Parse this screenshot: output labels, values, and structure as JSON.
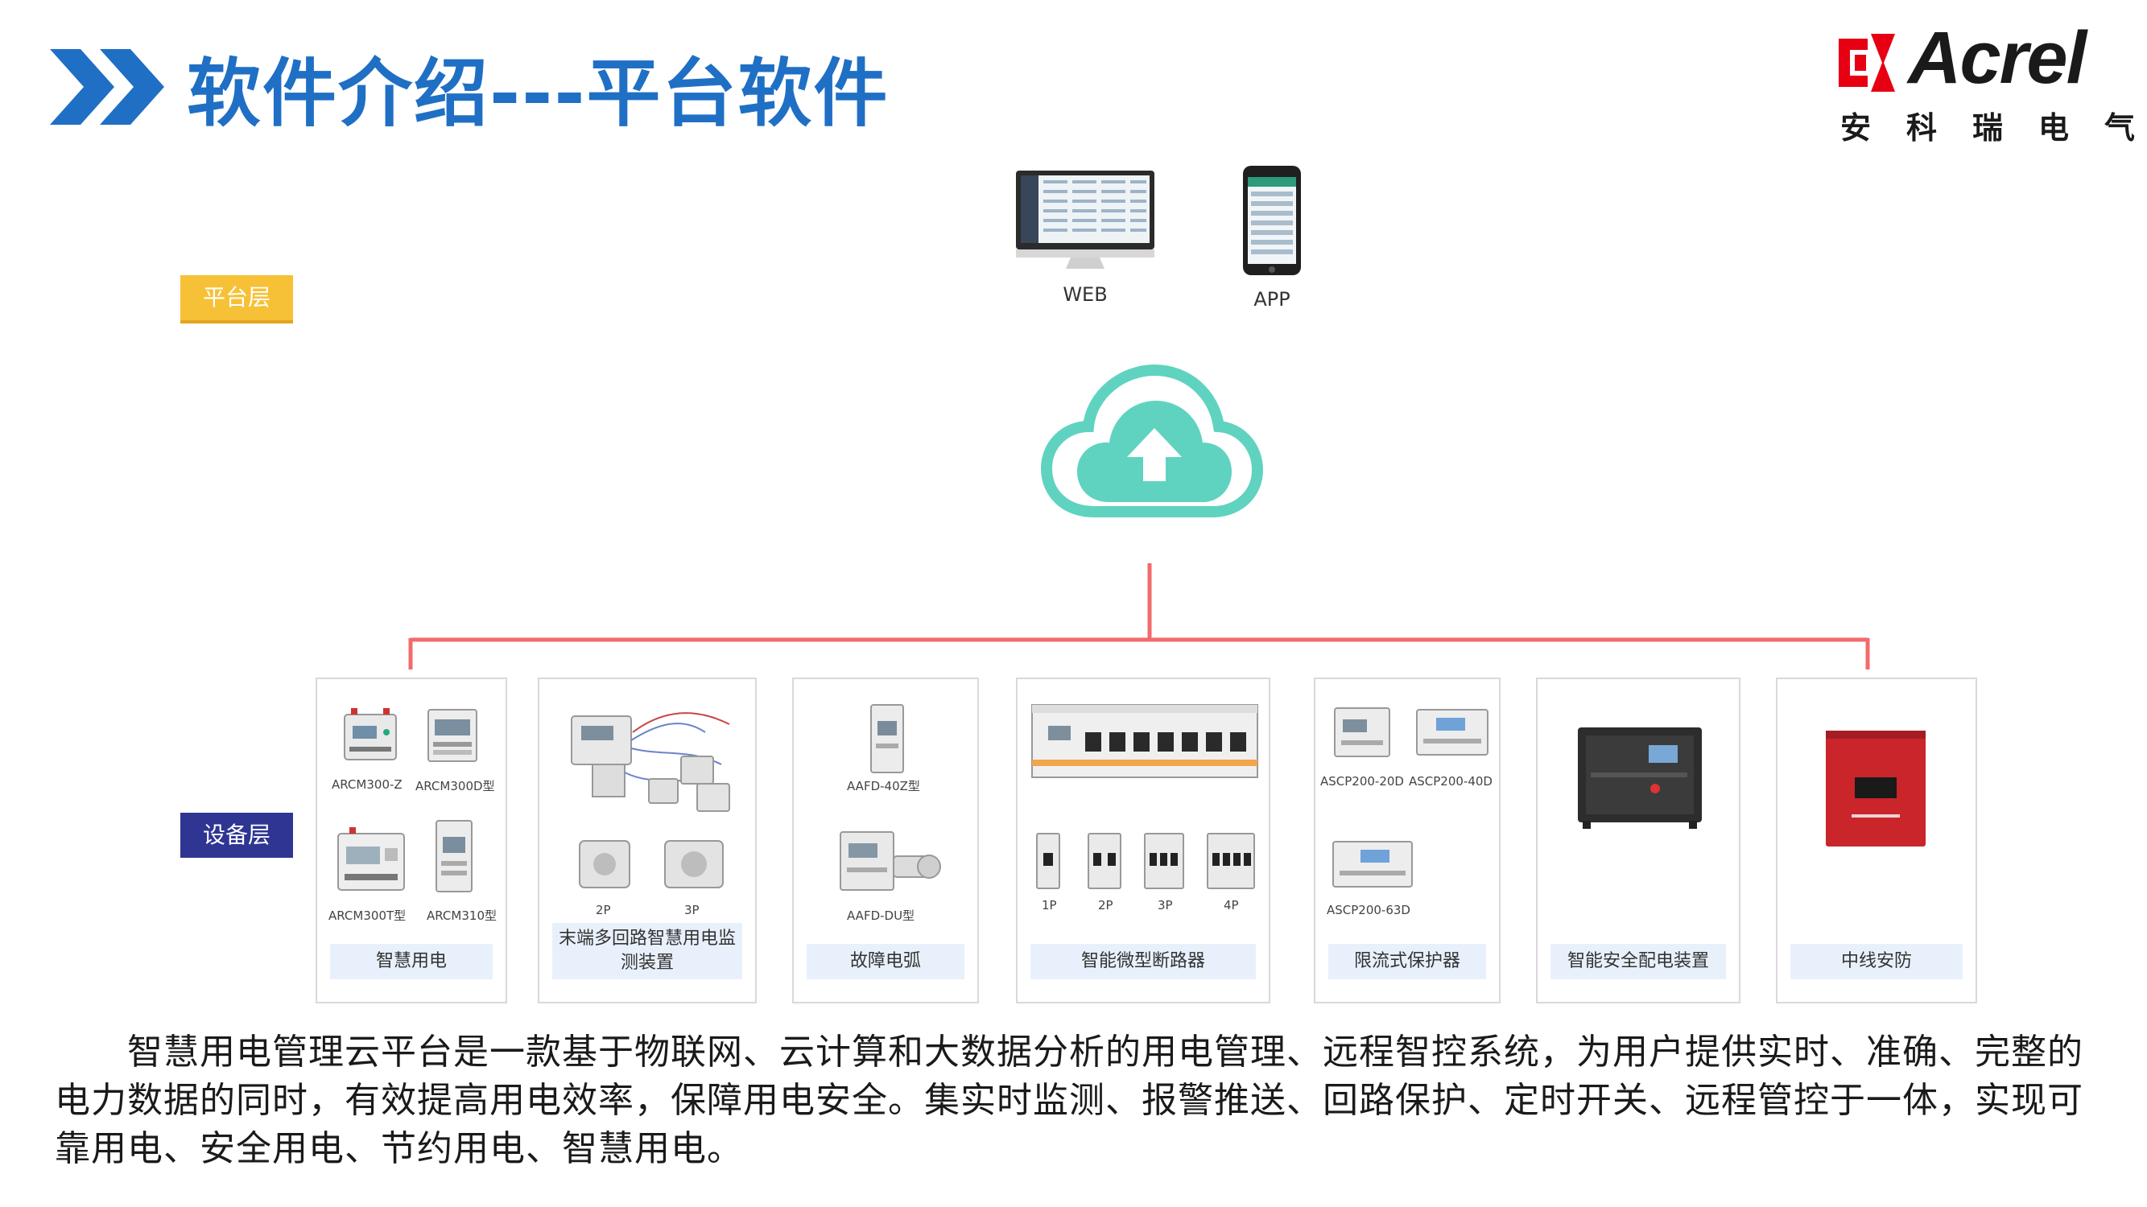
{
  "title": "软件介绍---平台软件",
  "logo": {
    "brand": "Acrel",
    "subtitle": "安科瑞电气"
  },
  "layers": {
    "platform": "平台层",
    "device": "设备层"
  },
  "clients": [
    {
      "label": "WEB",
      "icon": "desktop-monitor-icon"
    },
    {
      "label": "APP",
      "icon": "smartphone-icon"
    }
  ],
  "cloud_icon": "cloud-upload-icon",
  "colors": {
    "title": "#1f6fc5",
    "connector": "#f26b6b",
    "platform_label": "#f7c137",
    "device_label": "#2f3592",
    "cloud": "#5fd3c0"
  },
  "devices": [
    {
      "caption": "智慧用电",
      "models": [
        "ARCM300-Z",
        "ARCM300D型",
        "ARCM300T型",
        "ARCM310型"
      ]
    },
    {
      "caption": "末端多回路智慧用电监测装置",
      "models": [
        "2P",
        "3P"
      ]
    },
    {
      "caption": "故障电弧",
      "models": [
        "AAFD-40Z型",
        "AAFD-DU型"
      ]
    },
    {
      "caption": "智能微型断路器",
      "models": [
        "1P",
        "2P",
        "3P",
        "4P"
      ]
    },
    {
      "caption": "限流式保护器",
      "models": [
        "ASCP200-20D",
        "ASCP200-40D",
        "ASCP200-63D"
      ]
    },
    {
      "caption": "智能安全配电装置",
      "models": []
    },
    {
      "caption": "中线安防",
      "models": []
    }
  ],
  "description": "智慧用电管理云平台是一款基于物联网、云计算和大数据分析的用电管理、远程智控系统，为用户提供实时、准确、完整的电力数据的同时，有效提高用电效率，保障用电安全。集实时监测、报警推送、回路保护、定时开关、远程管控于一体，实现可靠用电、安全用电、节约用电、智慧用电。"
}
